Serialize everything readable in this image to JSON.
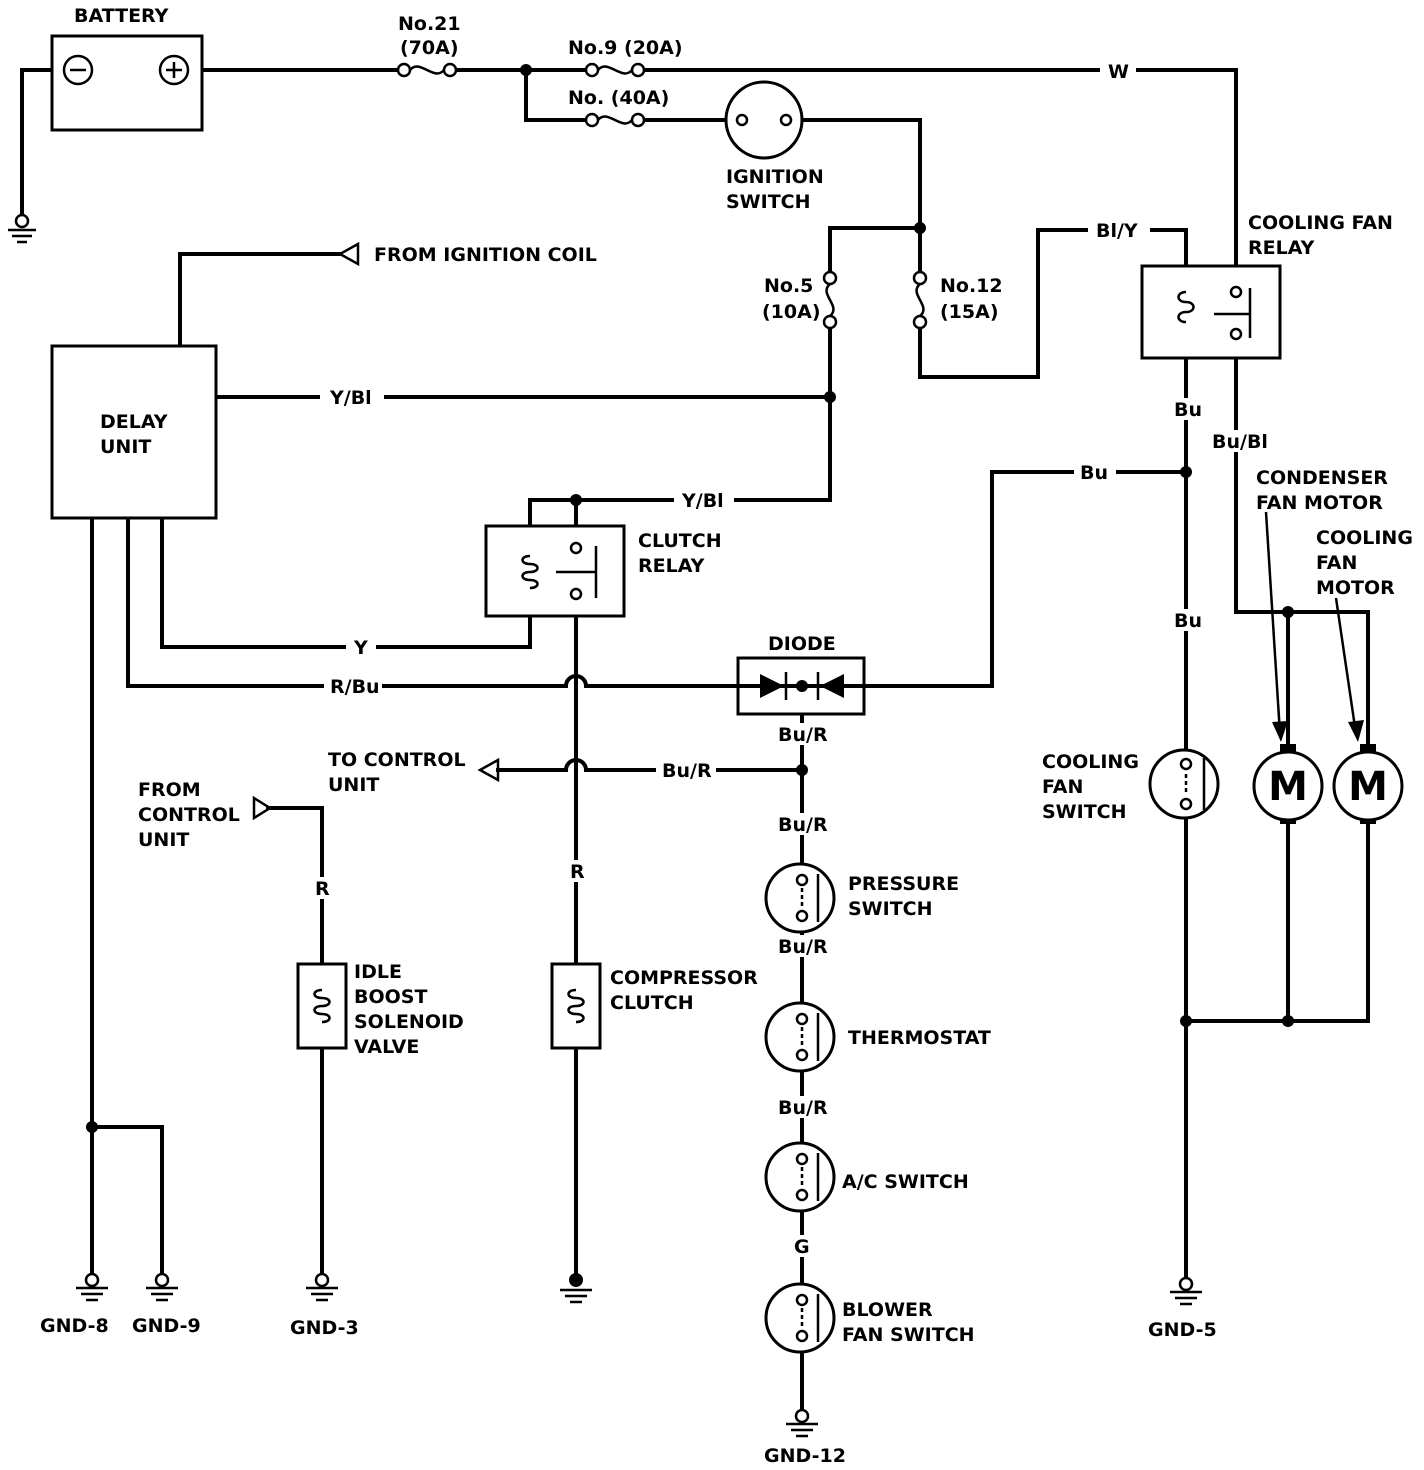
{
  "components": {
    "battery": "BATTERY",
    "battery_neg": "⊖",
    "battery_pos": "⊕",
    "fuse21_name": "No.21",
    "fuse21_rating": "(70A)",
    "fuse9": "No.9 (20A)",
    "fuse40": "No. (40A)",
    "fuse5_name": "No.5",
    "fuse5_rating": "(10A)",
    "fuse12_name": "No.12",
    "fuse12_rating": "(15A)",
    "ignition_switch_1": "IGNITION",
    "ignition_switch_2": "SWITCH",
    "from_ignition_coil": "FROM IGNITION COIL",
    "delay_unit_1": "DELAY",
    "delay_unit_2": "UNIT",
    "cooling_fan_relay_1": "COOLING FAN",
    "cooling_fan_relay_2": "RELAY",
    "clutch_relay_1": "CLUTCH",
    "clutch_relay_2": "RELAY",
    "diode": "DIODE",
    "to_control_unit_1": "TO CONTROL",
    "to_control_unit_2": "UNIT",
    "from_control_unit_1": "FROM",
    "from_control_unit_2": "CONTROL",
    "from_control_unit_3": "UNIT",
    "idle_boost_1": "IDLE",
    "idle_boost_2": "BOOST",
    "idle_boost_3": "SOLENOID",
    "idle_boost_4": "VALVE",
    "compressor_clutch_1": "COMPRESSOR",
    "compressor_clutch_2": "CLUTCH",
    "pressure_switch_1": "PRESSURE",
    "pressure_switch_2": "SWITCH",
    "thermostat": "THERMOSTAT",
    "ac_switch": "A/C SWITCH",
    "blower_fan_switch_1": "BLOWER",
    "blower_fan_switch_2": "FAN SWITCH",
    "cooling_fan_switch_1": "COOLING",
    "cooling_fan_switch_2": "FAN",
    "cooling_fan_switch_3": "SWITCH",
    "condenser_fan_motor_1": "CONDENSER",
    "condenser_fan_motor_2": "FAN MOTOR",
    "cooling_fan_motor_1": "COOLING",
    "cooling_fan_motor_2": "FAN",
    "cooling_fan_motor_3": "MOTOR",
    "motor_symbol": "M"
  },
  "wires": {
    "w": "W",
    "bl_y": "Bl/Y",
    "y_bl_1": "Y/Bl",
    "y_bl_2": "Y/Bl",
    "y": "Y",
    "r_bu": "R/Bu",
    "bu_1": "Bu",
    "bu_2": "Bu",
    "bu_3": "Bu",
    "bu_bl": "Bu/Bl",
    "bu_r_1": "Bu/R",
    "bu_r_2": "Bu/R",
    "bu_r_3": "Bu/R",
    "bu_r_4": "Bu/R",
    "bu_r_5": "Bu/R",
    "r_1": "R",
    "r_2": "R",
    "g": "G"
  },
  "grounds": {
    "gnd8": "GND-8",
    "gnd9": "GND-9",
    "gnd3": "GND-3",
    "gnd5": "GND-5",
    "gnd12": "GND-12"
  }
}
